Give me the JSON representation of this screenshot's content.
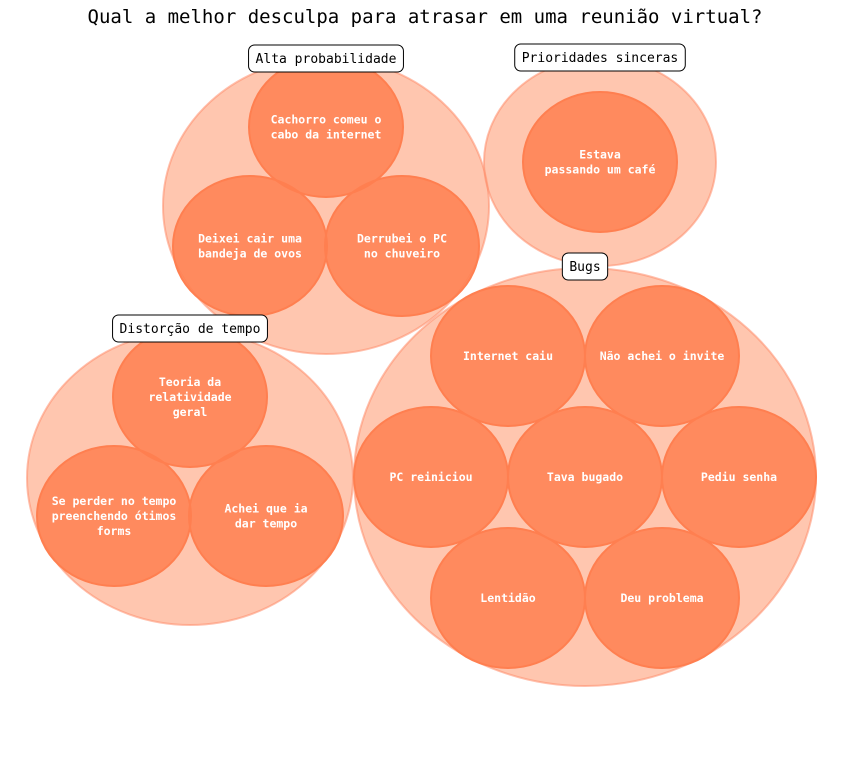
{
  "chart_data": {
    "type": "packed-bubble",
    "title": "Qual a melhor desculpa para atrasar em uma reunião virtual?",
    "colors": {
      "group": "#FFA07A",
      "item": "#FF7F50"
    },
    "groups": [
      {
        "name": "Alta probabilidade",
        "items": [
          {
            "label": "Cachorro comeu o\ncabo da internet",
            "value": 1
          },
          {
            "label": "Deixei cair uma\nbandeja de ovos",
            "value": 1
          },
          {
            "label": "Derrubei o PC\nno chuveiro",
            "value": 1
          }
        ]
      },
      {
        "name": "Prioridades sinceras",
        "items": [
          {
            "label": "Estava\npassando um café",
            "value": 1
          }
        ]
      },
      {
        "name": "Distorção de tempo",
        "items": [
          {
            "label": "Teoria da\nrelatividade\ngeral",
            "value": 1
          },
          {
            "label": "Se perder no tempo\npreenchendo ótimos\nforms",
            "value": 1
          },
          {
            "label": "Achei que ia\ndar tempo",
            "value": 1
          }
        ]
      },
      {
        "name": "Bugs",
        "items": [
          {
            "label": "Internet caiu",
            "value": 1
          },
          {
            "label": "Não achei o invite",
            "value": 1
          },
          {
            "label": "PC reiniciou",
            "value": 1
          },
          {
            "label": "Tava bugado",
            "value": 1
          },
          {
            "label": "Pediu senha",
            "value": 1
          },
          {
            "label": "Lentidão",
            "value": 1
          },
          {
            "label": "Deu problema",
            "value": 1
          }
        ]
      }
    ]
  }
}
